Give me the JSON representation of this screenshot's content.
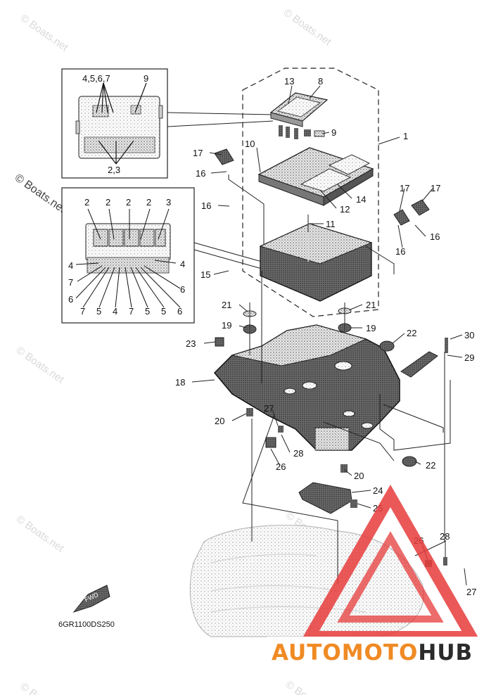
{
  "diagram": {
    "code": "6GR1100DS250",
    "front_marker": "FWD",
    "watermark": "© Boats.net",
    "brand": {
      "part1": "AUTOMOTO",
      "part2": "HUB",
      "color_red": "#e63b3b",
      "color_orange": "#f08a24",
      "color_dark": "#2b2b2b"
    },
    "callouts_main": [
      "13",
      "8",
      "9",
      "1",
      "10",
      "17",
      "16",
      "14",
      "12",
      "11",
      "17",
      "17",
      "16",
      "16",
      "16",
      "15",
      "21",
      "21",
      "19",
      "19",
      "22",
      "30",
      "23",
      "29",
      "18",
      "20",
      "27",
      "28",
      "26",
      "22",
      "20",
      "24",
      "25",
      "26",
      "28",
      "27"
    ],
    "callouts_inset_top": [
      "4,5,6,7",
      "9",
      "2,3"
    ],
    "callouts_inset_bottom": [
      "2",
      "2",
      "2",
      "2",
      "3",
      "4",
      "4",
      "7",
      "6",
      "6",
      "7",
      "5",
      "4",
      "7",
      "5",
      "5",
      "6"
    ]
  }
}
